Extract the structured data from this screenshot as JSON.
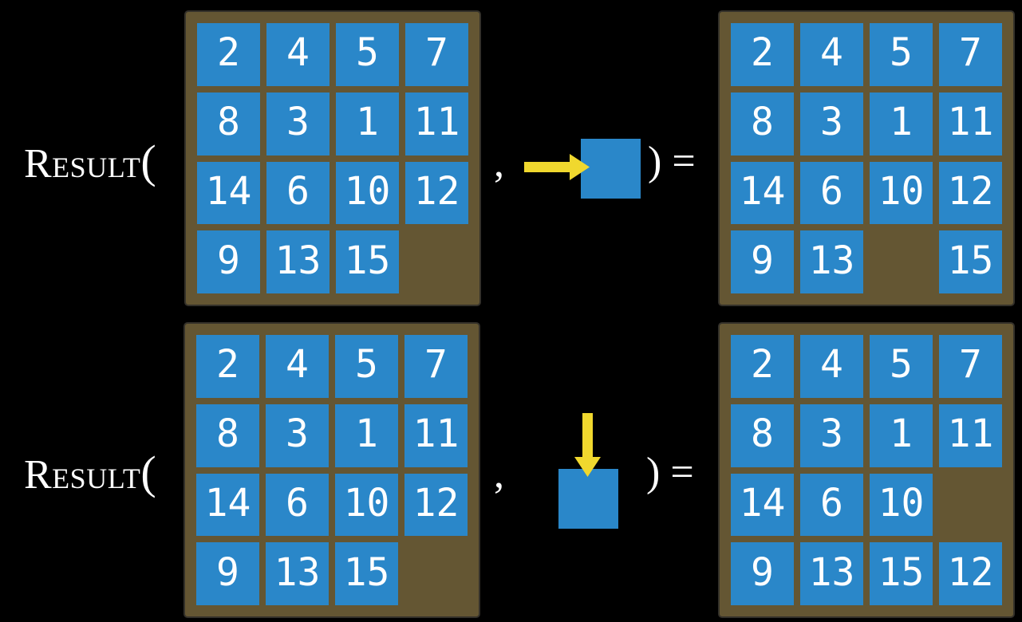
{
  "figure": {
    "background_color": "#000000",
    "colors": {
      "board_frame_brown": "#645633",
      "tile_blue": "#2a87c9",
      "arrow_yellow": "#f0d82e",
      "text_white": "#ffffff"
    },
    "examples": [
      {
        "function_label": "Result",
        "open_paren": "(",
        "comma": ",",
        "close_label": ") =",
        "action": {
          "direction": "right",
          "icon": "yellow-right-arrow-into-blue-tile"
        },
        "input_grid": [
          [
            "2",
            "4",
            "5",
            "7"
          ],
          [
            "8",
            "3",
            "1",
            "11"
          ],
          [
            "14",
            "6",
            "10",
            "12"
          ],
          [
            "9",
            "13",
            "15",
            null
          ]
        ],
        "output_grid": [
          [
            "2",
            "4",
            "5",
            "7"
          ],
          [
            "8",
            "3",
            "1",
            "11"
          ],
          [
            "14",
            "6",
            "10",
            "12"
          ],
          [
            "9",
            "13",
            null,
            "15"
          ]
        ]
      },
      {
        "function_label": "Result",
        "open_paren": "(",
        "comma": ",",
        "close_label": ") =",
        "action": {
          "direction": "down",
          "icon": "yellow-down-arrow-into-blue-tile"
        },
        "input_grid": [
          [
            "2",
            "4",
            "5",
            "7"
          ],
          [
            "8",
            "3",
            "1",
            "11"
          ],
          [
            "14",
            "6",
            "10",
            "12"
          ],
          [
            "9",
            "13",
            "15",
            null
          ]
        ],
        "output_grid": [
          [
            "2",
            "4",
            "5",
            "7"
          ],
          [
            "8",
            "3",
            "1",
            "11"
          ],
          [
            "14",
            "6",
            "10",
            null
          ],
          [
            "9",
            "13",
            "15",
            "12"
          ]
        ]
      }
    ]
  }
}
